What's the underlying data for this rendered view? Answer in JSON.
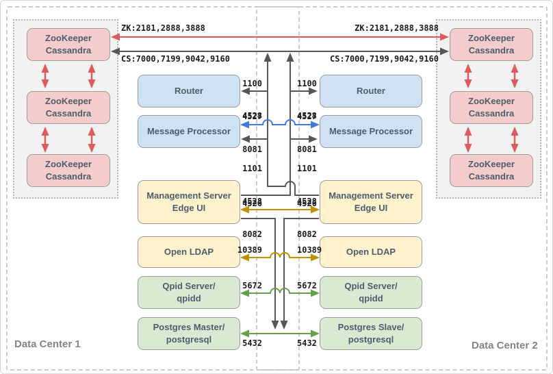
{
  "diagram": {
    "datacenter1": {
      "label": "Data Center 1"
    },
    "datacenter2": {
      "label": "Data Center 2"
    },
    "cassandra_node": {
      "line1": "ZooKeeper",
      "line2": "Cassandra"
    },
    "links": {
      "zk": "ZK:2181,2888,3888",
      "cs": "CS:7000,7199,9042,9160"
    },
    "nodes": {
      "router": "Router",
      "message_processor": "Message Processor",
      "management_server": {
        "line1": "Management Server",
        "line2": "Edge UI"
      },
      "open_ldap": "Open LDAP",
      "qpid": {
        "line1": "Qpid Server/",
        "line2": "qpidd"
      },
      "postgres_master": {
        "line1": "Postgres Master/",
        "line2": "postgresql"
      },
      "postgres_slave": {
        "line1": "Postgres Slave/",
        "line2": "postgresql"
      }
    },
    "ports": {
      "router_in": [
        "1100",
        "4527",
        "8081"
      ],
      "mp_sync": "4528",
      "mp_in": [
        "1101",
        "4528",
        "8082"
      ],
      "ms_sync": "4526",
      "ldap_sync": "10389",
      "qpid_sync": "5672",
      "pg_sync": "5432"
    },
    "colors": {
      "red": "#dd5b5f",
      "dark": "#575757",
      "blue": "#3f7bdd",
      "gold": "#bf9000",
      "green": "#63a24a",
      "pink_fill": "#f4cccc",
      "blue_fill": "#cfe2f3",
      "cream_fill": "#fff2cc",
      "green_fill": "#d9ead3"
    }
  }
}
